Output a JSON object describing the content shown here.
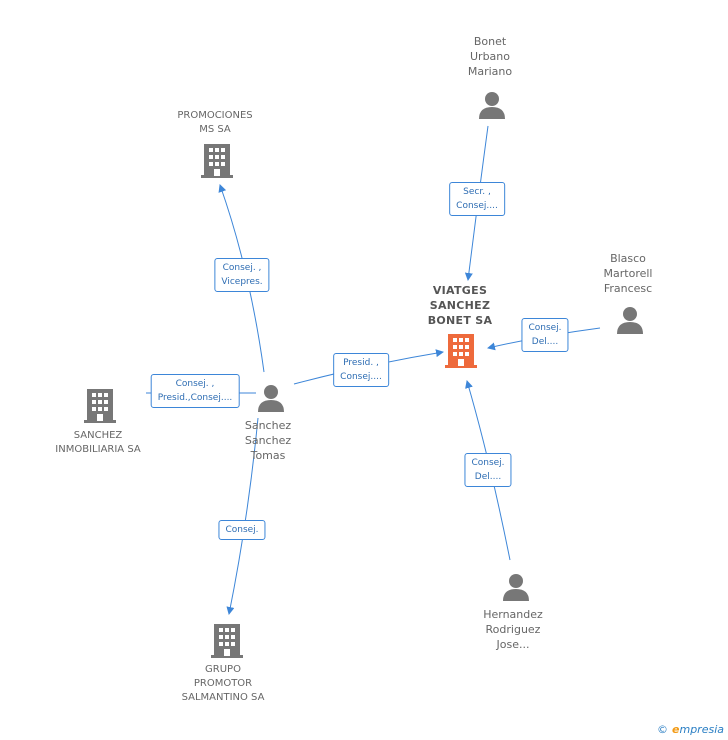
{
  "nodes": {
    "main": {
      "lines": [
        "VIATGES",
        "SANCHEZ",
        "BONET SA"
      ],
      "icon": "building-icon",
      "color": "#ee6a3c"
    },
    "bonet": {
      "lines": [
        "Bonet",
        "Urbano",
        "Mariano"
      ],
      "icon": "person-icon"
    },
    "promociones": {
      "lines": [
        "PROMOCIONES",
        "MS SA"
      ],
      "icon": "building-icon"
    },
    "blasco": {
      "lines": [
        "Blasco",
        "Martorell",
        "Francesc"
      ],
      "icon": "person-icon"
    },
    "sanchez_inmob": {
      "lines": [
        "SANCHEZ",
        "INMOBILIARIA SA"
      ],
      "icon": "building-icon"
    },
    "sanchez_tomas": {
      "lines": [
        "Sanchez",
        "Sanchez",
        "Tomas"
      ],
      "icon": "person-icon"
    },
    "hernandez": {
      "lines": [
        "Hernandez",
        "Rodriguez",
        "Jose..."
      ],
      "icon": "person-icon"
    },
    "grupo": {
      "lines": [
        "GRUPO",
        "PROMOTOR",
        "SALMANTINO SA"
      ],
      "icon": "building-icon"
    }
  },
  "roles": {
    "bonet_main": [
      "Secr. ,",
      "Consej...."
    ],
    "tomas_promociones": [
      "Consej. ,",
      "Vicepres."
    ],
    "blasco_main": [
      "Consej.",
      "Del...."
    ],
    "tomas_inmob": [
      "Consej. ,",
      "Presid.,Consej...."
    ],
    "tomas_main": [
      "Presid. ,",
      "Consej...."
    ],
    "hernandez_main": [
      "Consej.",
      "Del...."
    ],
    "tomas_grupo": [
      "Consej."
    ]
  },
  "footer": {
    "copyright": "©",
    "brand_first": "e",
    "brand_rest": "mpresia"
  },
  "colors": {
    "edge": "#3d86d8",
    "icon": "#777777",
    "main_icon": "#ee6a3c"
  }
}
